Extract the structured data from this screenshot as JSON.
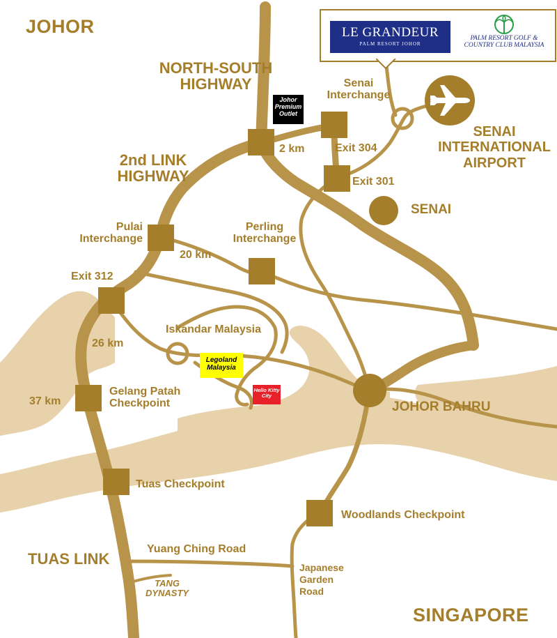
{
  "region_labels": {
    "johor": "JOHOR",
    "singapore": "SINGAPORE",
    "tuas_link": "TUAS LINK"
  },
  "highways": {
    "north_south": "NORTH-SOUTH HIGHWAY",
    "second_link": "2nd LINK HIGHWAY"
  },
  "places": {
    "senai_interchange": "Senai Interchange",
    "exit_304": "Exit 304",
    "exit_301": "Exit 301",
    "senai": "SENAI",
    "airport": "SENAI INTERNATIONAL AIRPORT",
    "pulai_interchange": "Pulai Interchange",
    "perling_interchange": "Perling Interchange",
    "exit_312": "Exit 312",
    "iskandar": "Iskandar Malaysia",
    "gelang_patah": "Gelang Patah Checkpoint",
    "johor_bahru": "JOHOR BAHRU",
    "tuas_checkpoint": "Tuas Checkpoint",
    "woodlands_checkpoint": "Woodlands Checkpoint",
    "yuang_ching": "Yuang Ching Road",
    "tang_dynasty": "TANG DYNASTY",
    "japanese_garden": "Japanese Garden Road"
  },
  "distances": {
    "d2": "2 km",
    "d20": "20 km",
    "d26": "26 km",
    "d37": "37 km"
  },
  "attractions": {
    "premium_outlet": "Johor Premium Outlet",
    "legoland": "Legoland Malaysia",
    "hello_kitty": "Hello Kitty City"
  },
  "logo": {
    "brand_title": "LE GRANDEUR",
    "brand_subtitle": "PALM RESORT JOHOR",
    "club_name": "PALM RESORT GOLF & COUNTRY CLUB MALAYSIA"
  },
  "colors": {
    "road": "#b8934a",
    "road_dark": "#a47e2a",
    "water": "#e7d2ac",
    "brand_blue": "#1f2e86",
    "outlet_bg": "#000000",
    "legoland_bg": "#ffff00",
    "hello_kitty_bg": "#e8202a"
  },
  "icons": {
    "airport": "airplane-icon",
    "logo": "palm-leaf-icon"
  }
}
